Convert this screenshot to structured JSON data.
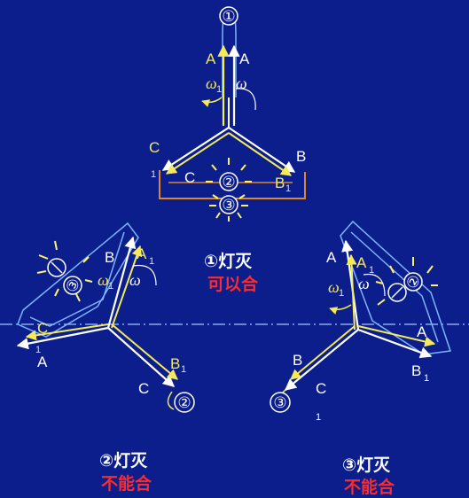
{
  "labels": {
    "A": "A",
    "A1": "A",
    "B": "B",
    "B1": "B",
    "C": "C",
    "C1": "C",
    "sub1": "1",
    "omega": "ω",
    "omega1": "ω",
    "lamp1": "①",
    "lamp2": "②",
    "lamp3": "③"
  },
  "captions": {
    "case1_title": "①灯灭",
    "case1_result": "可以合",
    "case2_title": "②灯灭",
    "case2_result": "不能合",
    "case3_title": "③灯灭",
    "case3_result": "不能合"
  },
  "colors": {
    "background": "#0b1e8c",
    "phasor_white": "#ffffff",
    "phasor_yellow": "#f4ea5a",
    "loop_blue": "#7fb4ff",
    "loop_orange": "#e0862a",
    "lamp_glow": "#fff36a",
    "result_red": "#ff2a2a"
  }
}
